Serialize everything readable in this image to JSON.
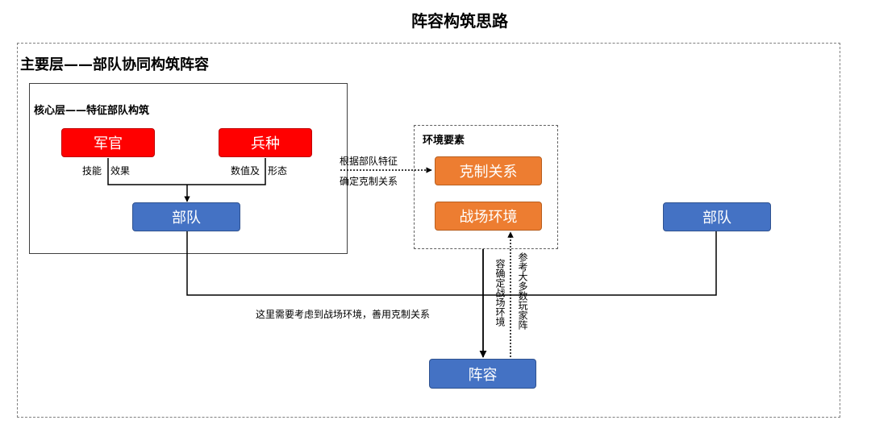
{
  "title": "阵容构筑思路",
  "main_layer": {
    "label": "主要层——部队协同构筑阵容"
  },
  "core_layer": {
    "label": "核心层——特征部队构筑",
    "officer": "军官",
    "troop_type": "兵种",
    "officer_attr_1": "技能",
    "officer_attr_2": "效果",
    "troop_attr_1": "数值及",
    "troop_attr_2": "形态",
    "unit": "部队"
  },
  "environment": {
    "label": "环境要素",
    "counter": "克制关系",
    "battlefield": "战场环境"
  },
  "annotations": {
    "by_traits_line1": "根据部队特征",
    "by_traits_line2": "确定克制关系",
    "note_main": "这里需要考虑到战场环境，善用克制关系",
    "determine_lineup": "容确定战场环境",
    "reference_lineup": "参考大多数玩家阵"
  },
  "right_unit": "部队",
  "lineup": "阵容",
  "colors": {
    "red": "#ff0000",
    "orange": "#ed7d31",
    "blue": "#4472c4"
  }
}
